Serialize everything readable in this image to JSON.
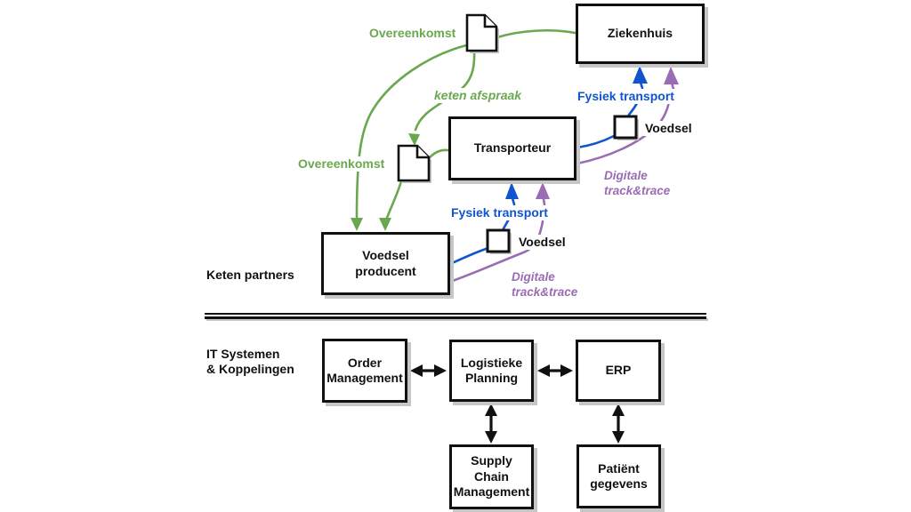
{
  "sections": {
    "partners_label": "Keten partners",
    "it_label": "IT Systemen\n& Koppelingen"
  },
  "nodes": {
    "ziekenhuis": "Ziekenhuis",
    "transporteur": "Transporteur",
    "voedsel_producent": "Voedsel\nproducent",
    "order_management": "Order\nManagement",
    "logistieke_planning": "Logistieke\nPlanning",
    "erp": "ERP",
    "supply_chain_management": "Supply\nChain\nManagement",
    "patient_gegevens": "Patiënt\ngegevens"
  },
  "edge_labels": {
    "overeenkomst_top": "Overeenkomst",
    "overeenkomst_left": "Overeenkomst",
    "keten_afspraak": "keten afspraak",
    "fysiek_transport_top": "Fysiek transport",
    "fysiek_transport_bottom": "Fysiek transport",
    "digitale_track_trace_top": "Digitale\ntrack&trace",
    "digitale_track_trace_bottom": "Digitale\ntrack&trace",
    "voedsel_top": "Voedsel",
    "voedsel_bottom": "Voedsel"
  },
  "icons": {
    "overeenkomst_document_top": "document-icon",
    "overeenkomst_document_mid": "document-icon",
    "voedsel_package_top": "package-icon",
    "voedsel_package_bottom": "package-icon"
  },
  "colors": {
    "green": "#6aa84f",
    "blue": "#1155cc",
    "purple": "#9a6cb4",
    "ink": "#111111",
    "shadow": "#c6c6c6"
  }
}
